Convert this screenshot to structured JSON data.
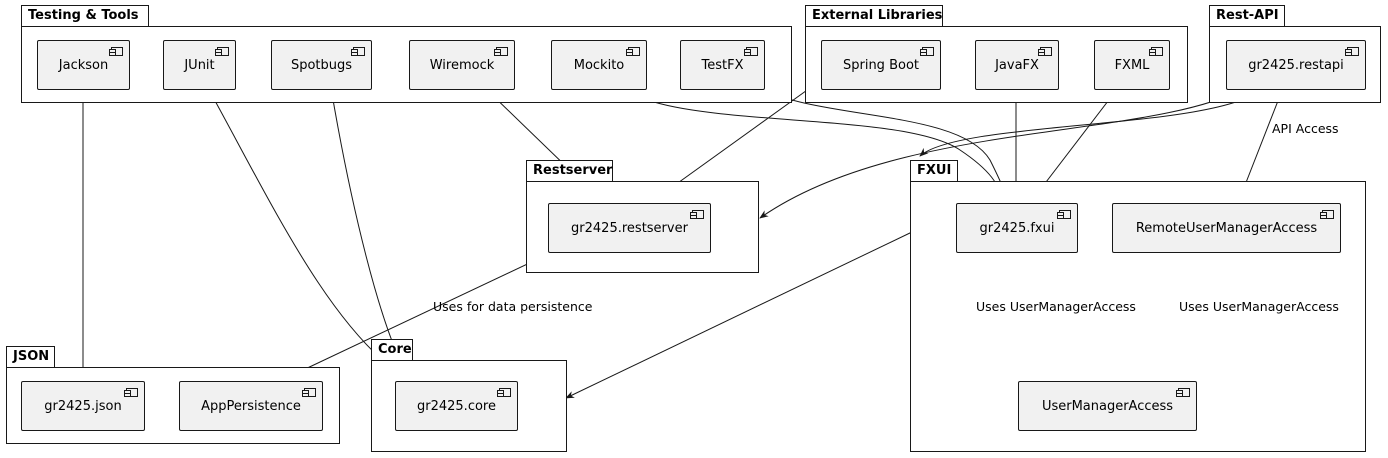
{
  "packages": {
    "testing": "Testing & Tools",
    "external": "External Libraries",
    "restapi": "Rest-API",
    "restserver": "Restserver",
    "fxui": "FXUI",
    "json": "JSON",
    "core": "Core"
  },
  "components": {
    "jackson": "Jackson",
    "junit": "JUnit",
    "spotbugs": "Spotbugs",
    "wiremock": "Wiremock",
    "mockito": "Mockito",
    "testfx": "TestFX",
    "springboot": "Spring Boot",
    "javafx": "JavaFX",
    "fxml": "FXML",
    "restapi": "gr2425.restapi",
    "restserver": "gr2425.restserver",
    "fxui": "gr2425.fxui",
    "remote": "RemoteUserManagerAccess",
    "uma": "UserManagerAccess",
    "json": "gr2425.json",
    "apppersist": "AppPersistence",
    "core": "gr2425.core"
  },
  "edge_labels": {
    "api_access": "API Access",
    "data_persistence": "Uses for data persistence",
    "fxui_uses": "Uses UserManagerAccess",
    "remote_uses": "Uses UserManagerAccess"
  }
}
